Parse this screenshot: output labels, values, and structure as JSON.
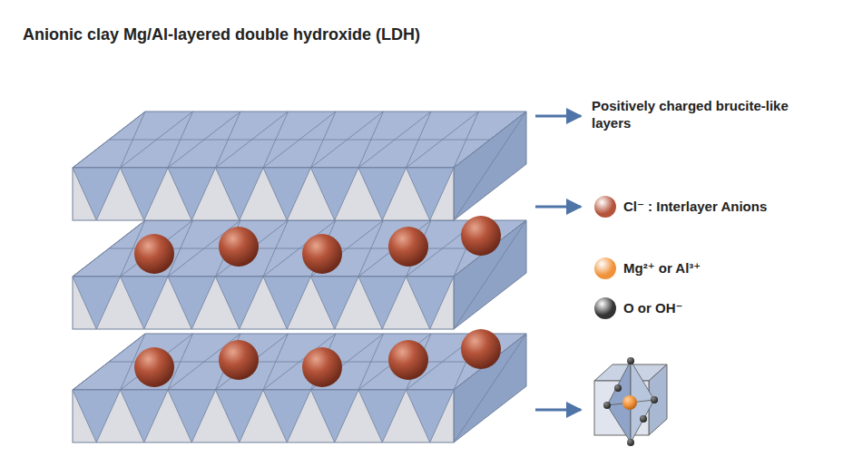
{
  "diagram": {
    "title": "Anionic clay Mg/Al-layered double hydroxide (LDH)",
    "labels": [
      "Positively charged brucite-like layers"
    ],
    "legend": [
      {
        "text": "Cl⁻ : Interlayer Anions",
        "color": "#b5543a"
      },
      {
        "text": "Mg²⁺ or Al³⁺",
        "color": "#f0923a"
      },
      {
        "text": "O or OH⁻",
        "color": "#333333"
      }
    ]
  }
}
